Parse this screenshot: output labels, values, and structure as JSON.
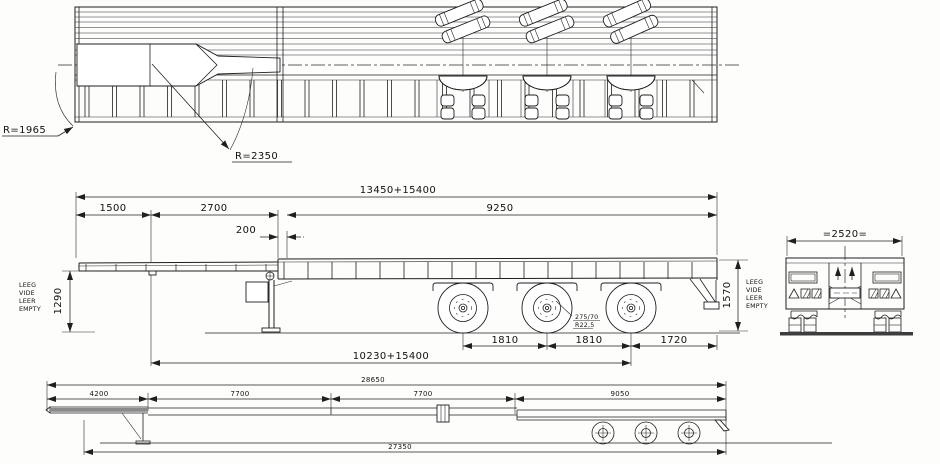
{
  "drawing": {
    "subject": "three-axle extendable flatbed trailer, multi-view technical drawing",
    "ink_color": "#1f1f1f",
    "paper_color": "#fdfdfc"
  },
  "plan_view": {
    "radius_front": "R=1965",
    "radius_swing": "R=2350"
  },
  "side_view": {
    "dims_top": {
      "overall": "13450+15400",
      "front": "1500",
      "neck": "2700",
      "step": "200",
      "main": "9250"
    },
    "heights": {
      "front_height": "1290",
      "rear_height": "1570"
    },
    "empty_left": {
      "l1": "LEEG",
      "l2": "VIDE",
      "l3": "LEER",
      "l4": "EMPTY"
    },
    "empty_right": {
      "l1": "LEEG",
      "l2": "VIDE",
      "l3": "LEER",
      "l4": "EMPTY"
    },
    "dims_bottom": {
      "spread1": "1810",
      "spread2": "1810",
      "rear_overhang": "1720",
      "axle_overall": "10230+15400"
    },
    "tyre": {
      "size": "275/70",
      "rim": "R22,5"
    }
  },
  "rear_view": {
    "width": "=2520="
  },
  "extended_view": {
    "overall": "28650",
    "seg1": "4200",
    "seg2": "7700",
    "seg3": "7700",
    "seg4": "9050",
    "total": "27350"
  }
}
